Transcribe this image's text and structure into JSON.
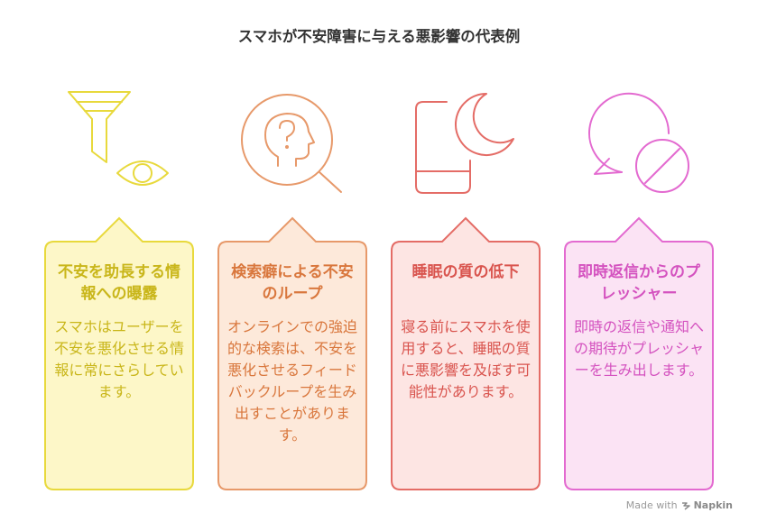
{
  "title": "スマホが不安障害に与える悪影響の代表例",
  "cards": [
    {
      "title": "不安を助長する情報への曝露",
      "body": "スマホはユーザーを不安を悪化させる情報に常にさらしています。",
      "icon": "funnel-eye-icon",
      "fill": "#fdf7c8",
      "stroke": "#e8d93c",
      "text_color": "#c9b61a"
    },
    {
      "title": "検索癖による不安のループ",
      "body": "オンラインでの強迫的な検索は、不安を悪化させるフィードバックループを生み出すことがあります。",
      "icon": "head-question-magnifier-icon",
      "fill": "#fde9da",
      "stroke": "#e7996a",
      "text_color": "#d9773d"
    },
    {
      "title": "睡眠の質の低下",
      "body": "寝る前にスマホを使用すると、睡眠の質に悪影響を及ぼす可能性があります。",
      "icon": "phone-moon-icon",
      "fill": "#fde5e3",
      "stroke": "#e46c66",
      "text_color": "#d9544e"
    },
    {
      "title": "即時返信からのプレッシャー",
      "body": "即時の返信や通知への期待がプレッシャーを生み出します。",
      "icon": "chat-prohibited-icon",
      "fill": "#fbe3f4",
      "stroke": "#e36ad0",
      "text_color": "#d452bf"
    }
  ],
  "footer": {
    "made_with": "Made with",
    "brand": "Napkin"
  }
}
